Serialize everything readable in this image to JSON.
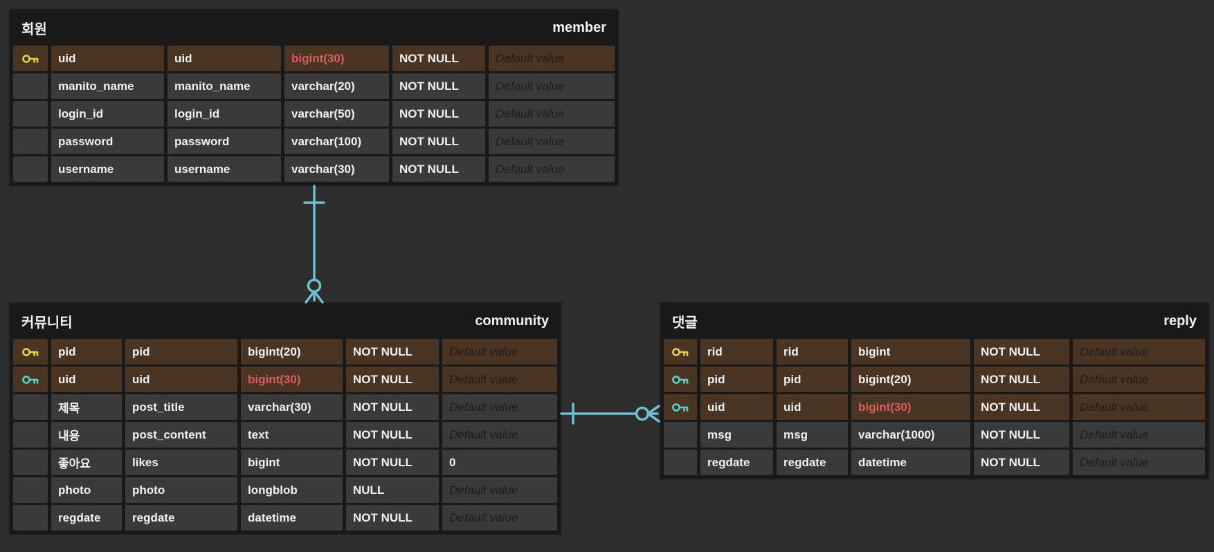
{
  "diagram": {
    "kind": "entity-relationship-diagram"
  },
  "colors": {
    "background": "#2d2d2d",
    "table_background": "#191919",
    "row_background": "#3a3a3a",
    "key_row_background": "#4a3524",
    "text": "#f1f1f1",
    "type_highlight": "#e05c5c",
    "primary_key_icon": "#e8cf4f",
    "foreign_key_icon": "#54d5c8",
    "connector": "#70c0d2"
  },
  "tables": {
    "member": {
      "logical_name": "회원",
      "physical_name": "member",
      "rows": [
        {
          "key": "primary",
          "logical": "uid",
          "physical": "uid",
          "type": "bigint(30)",
          "type_highlighted": true,
          "nullable": "NOT NULL",
          "default": "Default value",
          "default_is_placeholder": true
        },
        {
          "key": null,
          "logical": "manito_name",
          "physical": "manito_name",
          "type": "varchar(20)",
          "type_highlighted": false,
          "nullable": "NOT NULL",
          "default": "Default value",
          "default_is_placeholder": true
        },
        {
          "key": null,
          "logical": "login_id",
          "physical": "login_id",
          "type": "varchar(50)",
          "type_highlighted": false,
          "nullable": "NOT NULL",
          "default": "Default value",
          "default_is_placeholder": true
        },
        {
          "key": null,
          "logical": "password",
          "physical": "password",
          "type": "varchar(100)",
          "type_highlighted": false,
          "nullable": "NOT NULL",
          "default": "Default value",
          "default_is_placeholder": true
        },
        {
          "key": null,
          "logical": "username",
          "physical": "username",
          "type": "varchar(30)",
          "type_highlighted": false,
          "nullable": "NOT NULL",
          "default": "Default value",
          "default_is_placeholder": true
        }
      ]
    },
    "community": {
      "logical_name": "커뮤니티",
      "physical_name": "community",
      "rows": [
        {
          "key": "primary",
          "logical": "pid",
          "physical": "pid",
          "type": "bigint(20)",
          "type_highlighted": false,
          "nullable": "NOT NULL",
          "default": "Default value",
          "default_is_placeholder": true
        },
        {
          "key": "foreign",
          "logical": "uid",
          "physical": "uid",
          "type": "bigint(30)",
          "type_highlighted": true,
          "nullable": "NOT NULL",
          "default": "Default value",
          "default_is_placeholder": true
        },
        {
          "key": null,
          "logical": "제목",
          "physical": "post_title",
          "type": "varchar(30)",
          "type_highlighted": false,
          "nullable": "NOT NULL",
          "default": "Default value",
          "default_is_placeholder": true
        },
        {
          "key": null,
          "logical": "내용",
          "physical": "post_content",
          "type": "text",
          "type_highlighted": false,
          "nullable": "NOT NULL",
          "default": "Default value",
          "default_is_placeholder": true
        },
        {
          "key": null,
          "logical": "좋아요",
          "physical": "likes",
          "type": "bigint",
          "type_highlighted": false,
          "nullable": "NOT NULL",
          "default": "0",
          "default_is_placeholder": false
        },
        {
          "key": null,
          "logical": "photo",
          "physical": "photo",
          "type": "longblob",
          "type_highlighted": false,
          "nullable": "NULL",
          "default": "Default value",
          "default_is_placeholder": true
        },
        {
          "key": null,
          "logical": "regdate",
          "physical": "regdate",
          "type": "datetime",
          "type_highlighted": false,
          "nullable": "NOT NULL",
          "default": "Default value",
          "default_is_placeholder": true
        }
      ]
    },
    "reply": {
      "logical_name": "댓글",
      "physical_name": "reply",
      "rows": [
        {
          "key": "primary",
          "logical": "rid",
          "physical": "rid",
          "type": "bigint",
          "type_highlighted": false,
          "nullable": "NOT NULL",
          "default": "Default value",
          "default_is_placeholder": true
        },
        {
          "key": "foreign",
          "logical": "pid",
          "physical": "pid",
          "type": "bigint(20)",
          "type_highlighted": false,
          "nullable": "NOT NULL",
          "default": "Default value",
          "default_is_placeholder": true
        },
        {
          "key": "foreign",
          "logical": "uid",
          "physical": "uid",
          "type": "bigint(30)",
          "type_highlighted": true,
          "nullable": "NOT NULL",
          "default": "Default value",
          "default_is_placeholder": true
        },
        {
          "key": null,
          "logical": "msg",
          "physical": "msg",
          "type": "varchar(1000)",
          "type_highlighted": false,
          "nullable": "NOT NULL",
          "default": "Default value",
          "default_is_placeholder": true
        },
        {
          "key": null,
          "logical": "regdate",
          "physical": "regdate",
          "type": "datetime",
          "type_highlighted": false,
          "nullable": "NOT NULL",
          "default": "Default value",
          "default_is_placeholder": true
        }
      ]
    }
  },
  "relationships": [
    {
      "from": "member",
      "to": "community",
      "from_cardinality": "one",
      "to_cardinality": "zero-or-many"
    },
    {
      "from": "community",
      "to": "reply",
      "from_cardinality": "one",
      "to_cardinality": "zero-or-many"
    }
  ]
}
